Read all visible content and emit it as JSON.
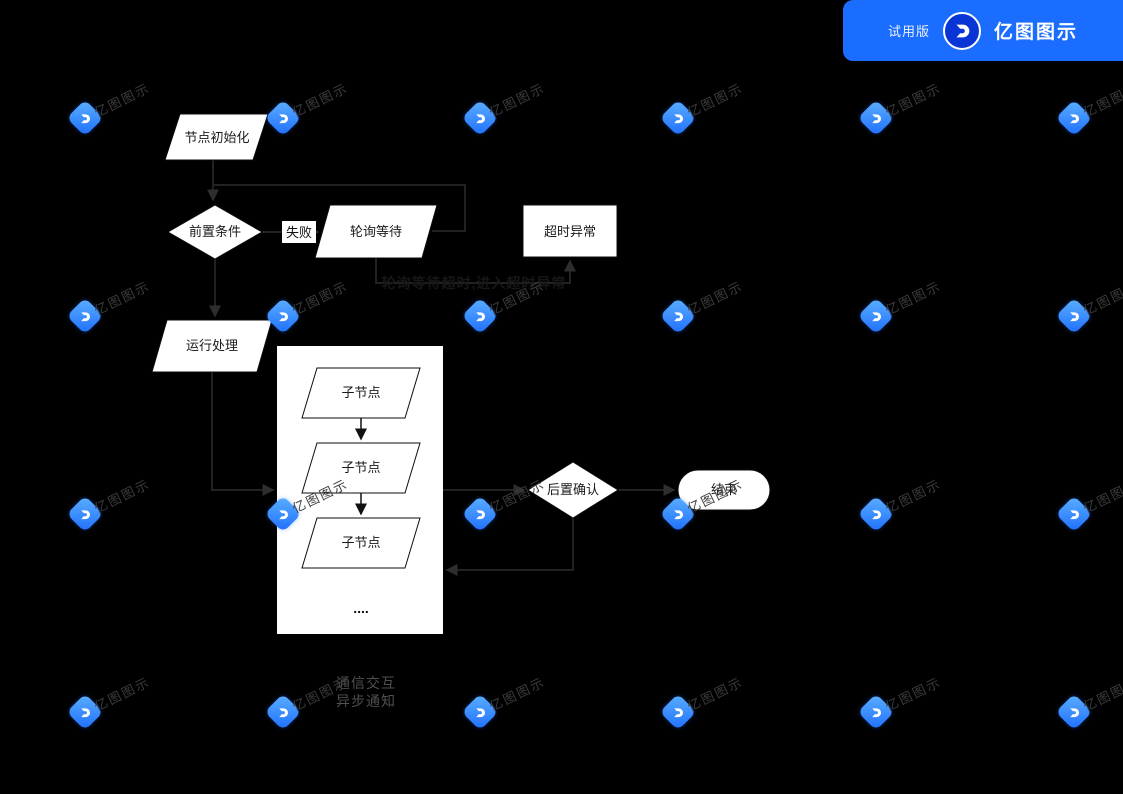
{
  "badge": {
    "trial_label": "试用版",
    "brand": "亿图图示"
  },
  "watermark": {
    "brand": "亿图图示"
  },
  "flowchart": {
    "nodes": {
      "init": "节点初始化",
      "precondition": "前置条件",
      "poll_wait": "轮询等待",
      "timeout_error": "超时异常",
      "run_process": "运行处理",
      "child1": "子节点",
      "child2": "子节点",
      "child3": "子节点",
      "ellipsis": "....",
      "post_confirm": "后置确认",
      "end": "结束"
    },
    "labels": {
      "fail": "失败",
      "timeout_note": "轮询等待超时,进入超时异常",
      "note_line1": "通信交互",
      "note_line2": "异步通知"
    }
  },
  "colors": {
    "background": "#000000",
    "shape_fill": "#ffffff",
    "badge_blue": "#1a6dff",
    "watermark_blue": "#1e6eff",
    "connector": "#2e2e2e",
    "note_gray": "#4f4f4f"
  }
}
